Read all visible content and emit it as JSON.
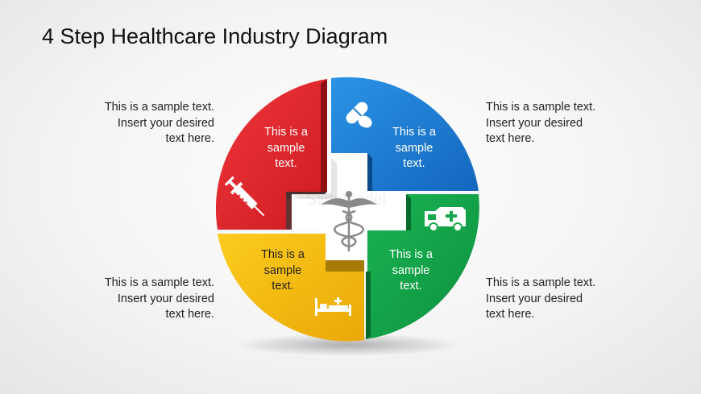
{
  "title": "4 Step Healthcare Industry Diagram",
  "side_texts": {
    "top_left": [
      "This is a sample text.",
      "Insert your desired",
      "text here."
    ],
    "top_right": [
      "This is a sample text.",
      "Insert your desired",
      "text here."
    ],
    "bottom_left": [
      "This is a sample text.",
      "Insert your desired",
      "text here."
    ],
    "bottom_right": [
      "This is a sample text.",
      "Insert your desired",
      "text here."
    ]
  },
  "segments": {
    "red": {
      "color": "#e3222a",
      "label": [
        "This is a",
        "sample",
        "text."
      ],
      "icon": "syringe-icon"
    },
    "blue": {
      "color": "#1f82d8",
      "label": [
        "This is a",
        "sample",
        "text."
      ],
      "icon": "pill-capsule-icon"
    },
    "green": {
      "color": "#13a84b",
      "label": [
        "This is a",
        "sample",
        "text."
      ],
      "icon": "ambulance-icon"
    },
    "yellow": {
      "color": "#f7bf0c",
      "label": [
        "This is a",
        "sample",
        "text."
      ],
      "icon": "hospital-bed-icon"
    }
  },
  "center_icon": "caduceus-icon"
}
